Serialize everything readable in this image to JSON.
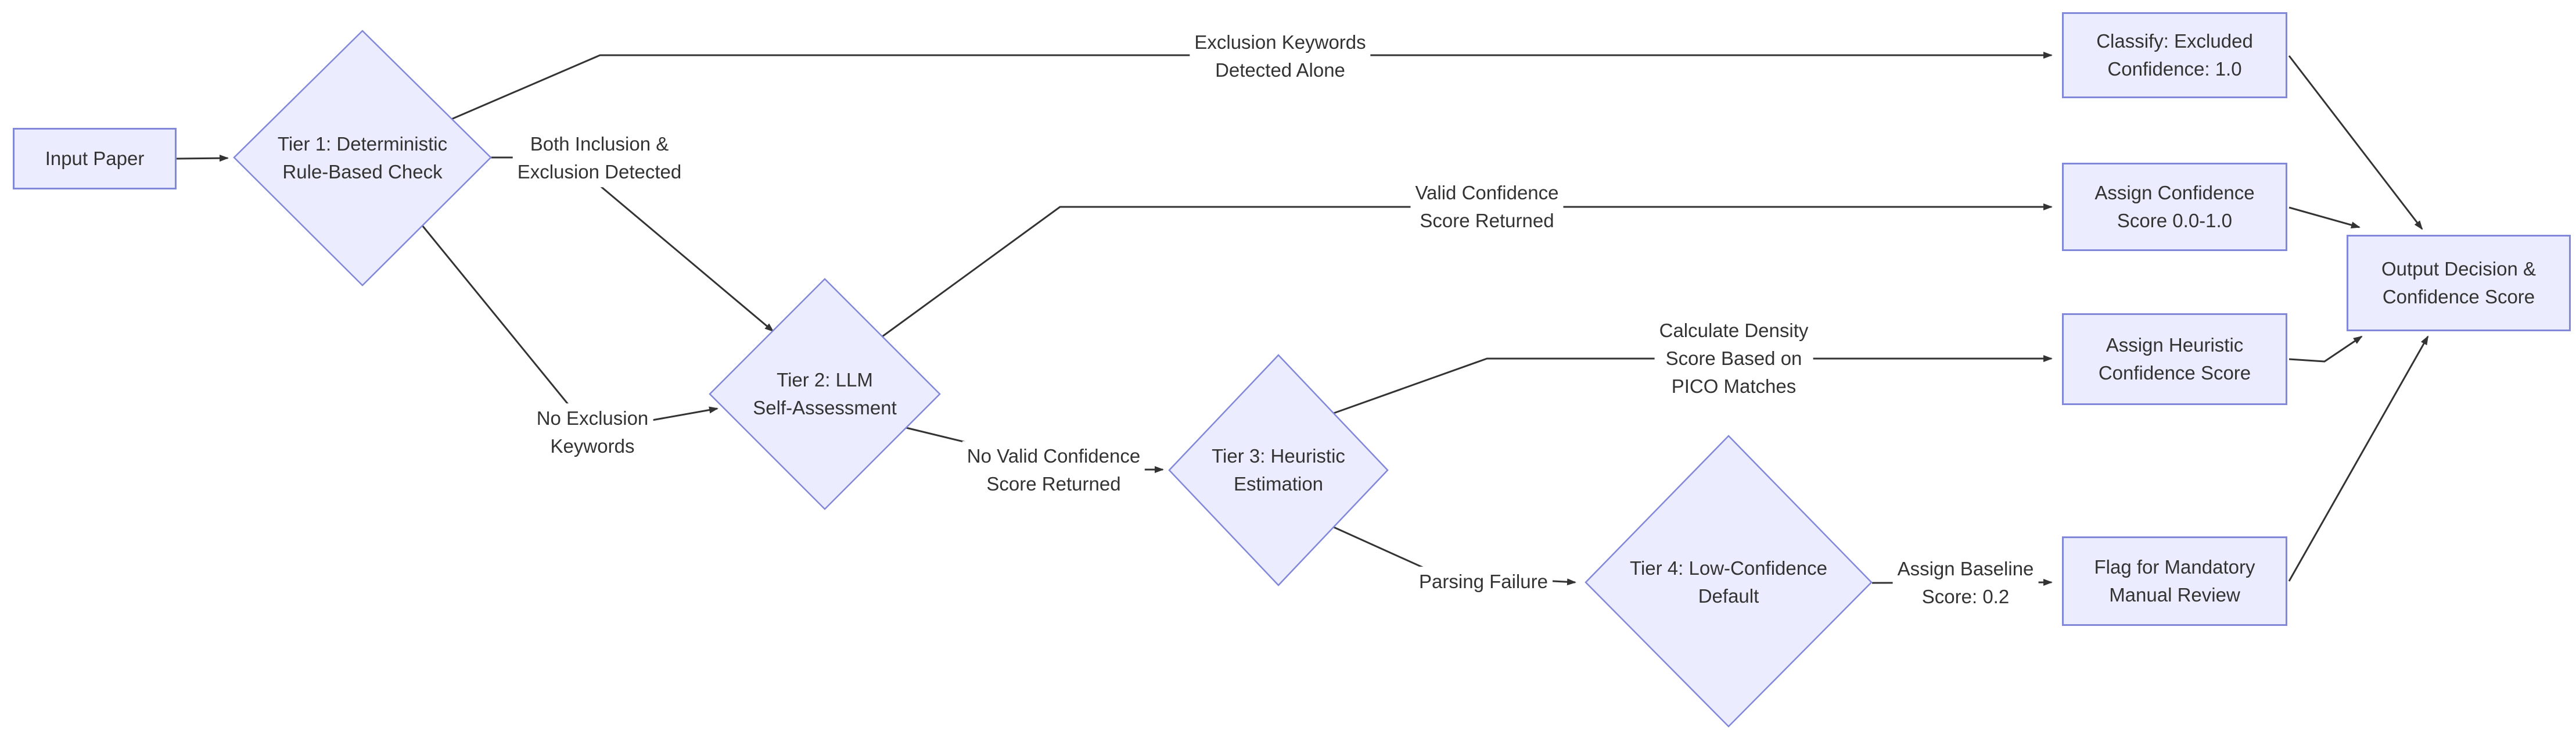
{
  "diagram": {
    "type": "flowchart",
    "colors": {
      "background": "#ffffff",
      "node_fill": "#ECECFF",
      "node_border": "#8288d9",
      "edge": "#333333",
      "text": "#333333",
      "label_bg": "#ffffff"
    },
    "nodes": {
      "input": {
        "label": [
          "Input Paper"
        ]
      },
      "tier1": {
        "label": [
          "Tier 1: Deterministic",
          "Rule-Based Check"
        ]
      },
      "tier2": {
        "label": [
          "Tier 2: LLM",
          "Self-Assessment"
        ]
      },
      "tier3": {
        "label": [
          "Tier 3: Heuristic",
          "Estimation"
        ]
      },
      "tier4": {
        "label": [
          "Tier 4: Low-Confidence",
          "Default"
        ]
      },
      "classify_excluded": {
        "label": [
          "Classify: Excluded",
          "Confidence: 1.0"
        ]
      },
      "assign_confidence": {
        "label": [
          "Assign Confidence",
          "Score 0.0-1.0"
        ]
      },
      "assign_heuristic": {
        "label": [
          "Assign Heuristic",
          "Confidence Score"
        ]
      },
      "flag_manual": {
        "label": [
          "Flag for Mandatory",
          "Manual Review"
        ]
      },
      "output": {
        "label": [
          "Output Decision &",
          "Confidence Score"
        ]
      }
    },
    "edge_labels": {
      "exclusion_alone": [
        "Exclusion Keywords",
        "Detected Alone"
      ],
      "both_detected": [
        "Both Inclusion &",
        "Exclusion Detected"
      ],
      "no_exclusion": [
        "No Exclusion",
        "Keywords"
      ],
      "valid_score": [
        "Valid Confidence",
        "Score Returned"
      ],
      "no_valid_score": [
        "No Valid Confidence",
        "Score Returned"
      ],
      "calc_density": [
        "Calculate Density",
        "Score Based on",
        "PICO Matches"
      ],
      "parsing_failure": [
        "Parsing Failure"
      ],
      "assign_baseline": [
        "Assign Baseline",
        "Score: 0.2"
      ]
    }
  }
}
